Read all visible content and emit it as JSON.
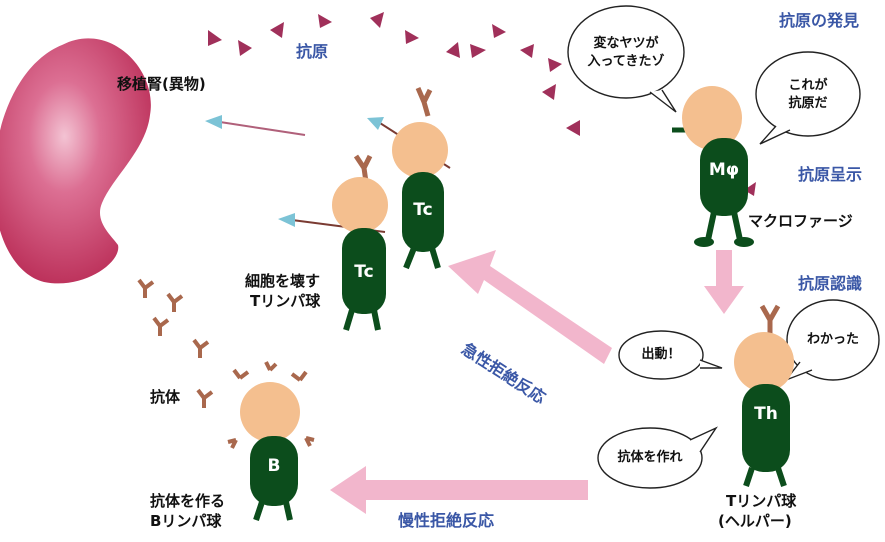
{
  "labels": {
    "kidney": "移植腎(異物)",
    "antigen": "抗原",
    "antigen_discovery": "抗原の発見",
    "antigen_presentation": "抗原呈示",
    "antigen_recognition": "抗原認識",
    "macrophage": "マクロファージ",
    "tc_desc_line1": "細胞を壊す",
    "tc_desc_line2": "Tリンパ球",
    "acute_rejection": "急性拒絶反応",
    "chronic_rejection": "慢性拒絶反応",
    "antibody": "抗体",
    "b_desc_line1": "抗体を作る",
    "b_desc_line2": "Bリンパ球",
    "th_desc_line1": "Tリンパ球",
    "th_desc_line2": "(ヘルパー)"
  },
  "bubbles": {
    "mphi_left_line1": "変なヤツが",
    "mphi_left_line2": "入ってきたゾ",
    "mphi_right_line1": "これが",
    "mphi_right_line2": "抗原だ",
    "th_left": "出動！",
    "th_right": "わかった",
    "th_bottom": "抗体を作れ"
  },
  "cells": {
    "macrophage": "Mφ",
    "tc_front": "Tc",
    "tc_back": "Tc",
    "th": "Th",
    "b": "B"
  },
  "colors": {
    "blue_label": "#3a57a6",
    "kidney": "#c03a63",
    "antigen_triangle": "#a0305a",
    "cell_body": "#0c4d1c",
    "skin": "#f4bf8f",
    "pink_arrow": "#f2b6cc",
    "antibody": "#a9684d"
  }
}
